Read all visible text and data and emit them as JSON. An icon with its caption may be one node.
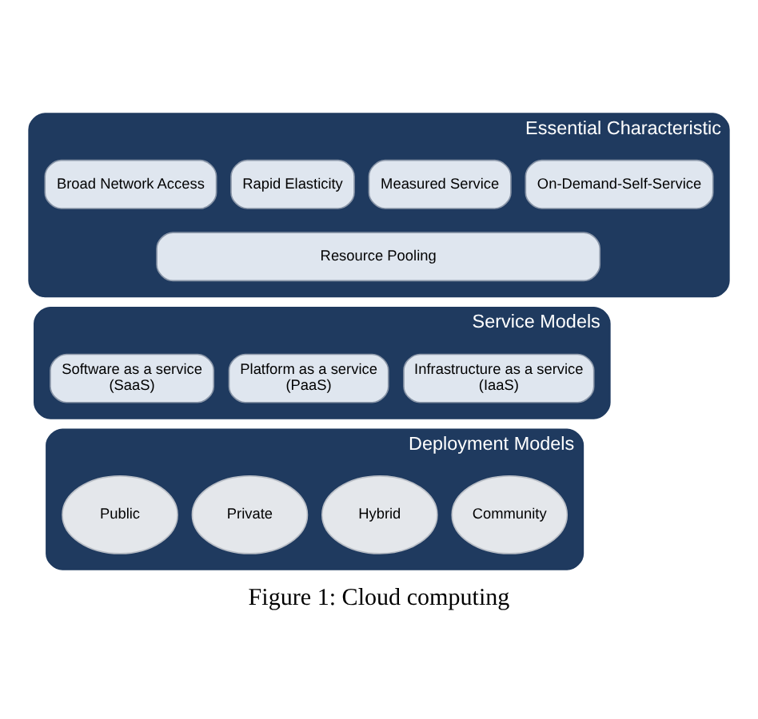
{
  "diagram": {
    "caption": "Figure 1: Cloud computing",
    "nodes": [
      {
        "text": [
          "Essential Characteristic"
        ]
      },
      {
        "text": [
          "Broad Network Access"
        ],
        "in": 0
      },
      {
        "text": [
          "Rapid Elasticity"
        ],
        "in": 0
      },
      {
        "text": [
          "Measured Service"
        ],
        "in": 0
      },
      {
        "text": [
          "On-Demand-Self-Service"
        ],
        "in": 0
      },
      {
        "text": [
          "Resource Pooling"
        ],
        "in": 0
      },
      {
        "text": [
          "Service Models"
        ]
      },
      {
        "text": [
          "Software as a service",
          "(SaaS)"
        ],
        "in": 6
      },
      {
        "text": [
          "Platform as a service",
          "(PaaS)"
        ],
        "in": 6
      },
      {
        "text": [
          "Infrastructure as a service",
          "(IaaS)"
        ],
        "in": 6
      },
      {
        "text": [
          "Deployment Models"
        ]
      },
      {
        "text": [
          "Public"
        ],
        "in": 10
      },
      {
        "text": [
          "Private"
        ],
        "in": 10
      },
      {
        "text": [
          "Hybrid"
        ],
        "in": 10
      },
      {
        "text": [
          "Community"
        ],
        "in": 10
      }
    ]
  }
}
